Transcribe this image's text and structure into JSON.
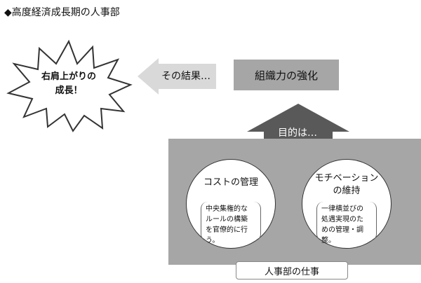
{
  "title": "◆高度経済成長期の人事部",
  "burst": {
    "line1": "右肩上がりの",
    "line2": "成長！"
  },
  "result_arrow": {
    "label": "その結果…"
  },
  "strength_box": {
    "label": "組織力の強化"
  },
  "purpose_arrow": {
    "label": "目的は…"
  },
  "cost_circle": {
    "title": "コストの管理",
    "detail_lines": [
      "中央集権的な",
      "ルールの構築",
      "を官僚的に行う。"
    ]
  },
  "motivation_circle": {
    "title_lines": [
      "モチベーション",
      "の維持"
    ],
    "detail_lines": [
      "一律横並びの",
      "処遇実現のた",
      "めの管理・調整。"
    ]
  },
  "work_area": {
    "label": "人事部の仕事"
  },
  "colors": {
    "gray_box": "#a6a6a6",
    "dark_arrow": "#595959",
    "light_arrow": "#d9d9d9"
  }
}
